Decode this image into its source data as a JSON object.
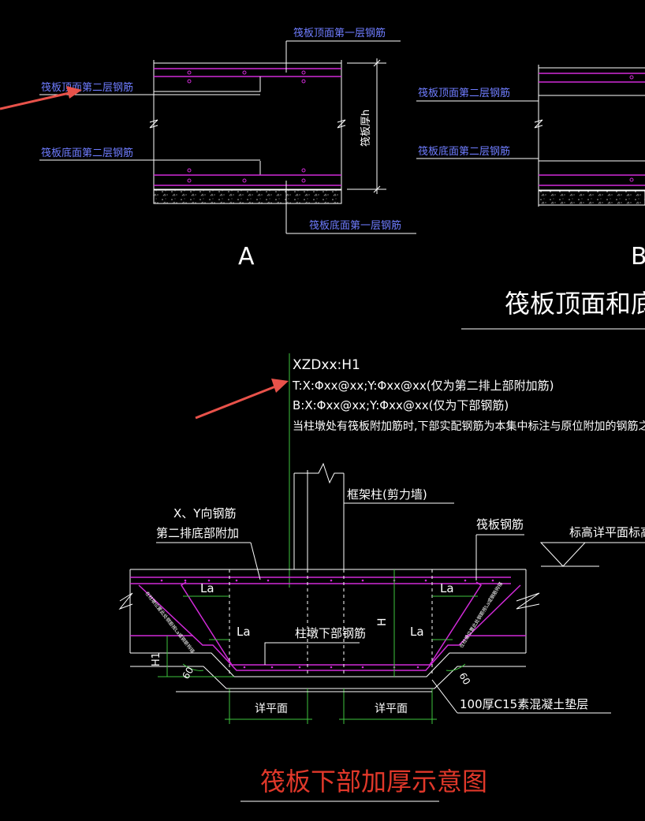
{
  "detail_a": {
    "label_top_first": "筏板顶面第一层钢筋",
    "label_top_second": "筏板顶面第二层钢筋",
    "label_bottom_second": "筏板底面第二层钢筋",
    "label_bottom_first": "筏板底面第一层钢筋",
    "thickness": "筏板厚h",
    "letter": "A"
  },
  "detail_b": {
    "label_top_second": "筏板顶面第二层钢筋",
    "label_bottom_second": "筏板底面第二层钢筋",
    "letter": "B"
  },
  "section_title": "筏板顶面和底面钢",
  "annotation": {
    "line1": "XZDxx:H1",
    "line2": "T:X:Φxx@xx;Y:Φxx@xx(仅为第二排上部附加筋)",
    "line3": "B:X:Φxx@xx;Y:Φxx@xx(仅为下部钢筋)",
    "line4": "当柱墩处有筏板附加筋时,下部实配钢筋为本集中标注与原位附加的钢筋之和"
  },
  "thickening": {
    "column_label": "框架柱(剪力墙)",
    "xy_rebar_line1": "X、Y向钢筋",
    "xy_rebar_line2": "第二排底部附加",
    "raft_rebar": "筏板钢筋",
    "elevation": "标高详平面标高结",
    "la": "La",
    "pier_bottom_rebar": "柱墩下部钢筋",
    "dim_H": "H",
    "dim_H1": "H1",
    "angle": "60",
    "detail_plan": "详平面",
    "cushion": "100厚C15素混凝土垫层",
    "slope_note": "在柱墩位置此处钢筋按La或钢筋钩锚"
  },
  "figure_title": "筏板下部加厚示意图",
  "colors": {
    "background": "#000000",
    "rebar": "#d12ad8",
    "label_blue": "#6f7dff",
    "arrow": "#e8524a",
    "leader_green": "#3ec43e",
    "title_red": "#e0382a"
  }
}
